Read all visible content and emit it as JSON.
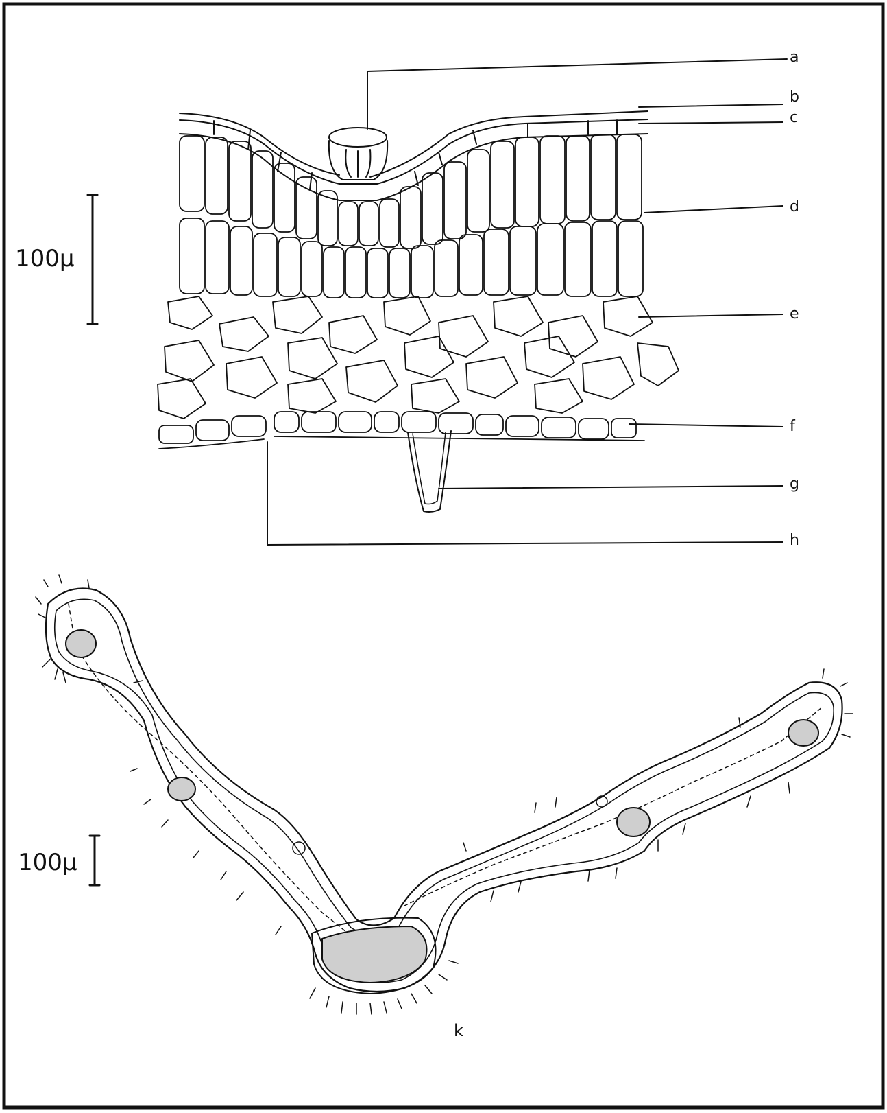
{
  "figure": {
    "upper_section": {
      "labels": [
        "a",
        "b",
        "c",
        "d",
        "e",
        "f",
        "g",
        "h"
      ],
      "scale_bar": "100μ"
    },
    "lower_section": {
      "label": "k",
      "scale_bar": "100μ"
    }
  }
}
